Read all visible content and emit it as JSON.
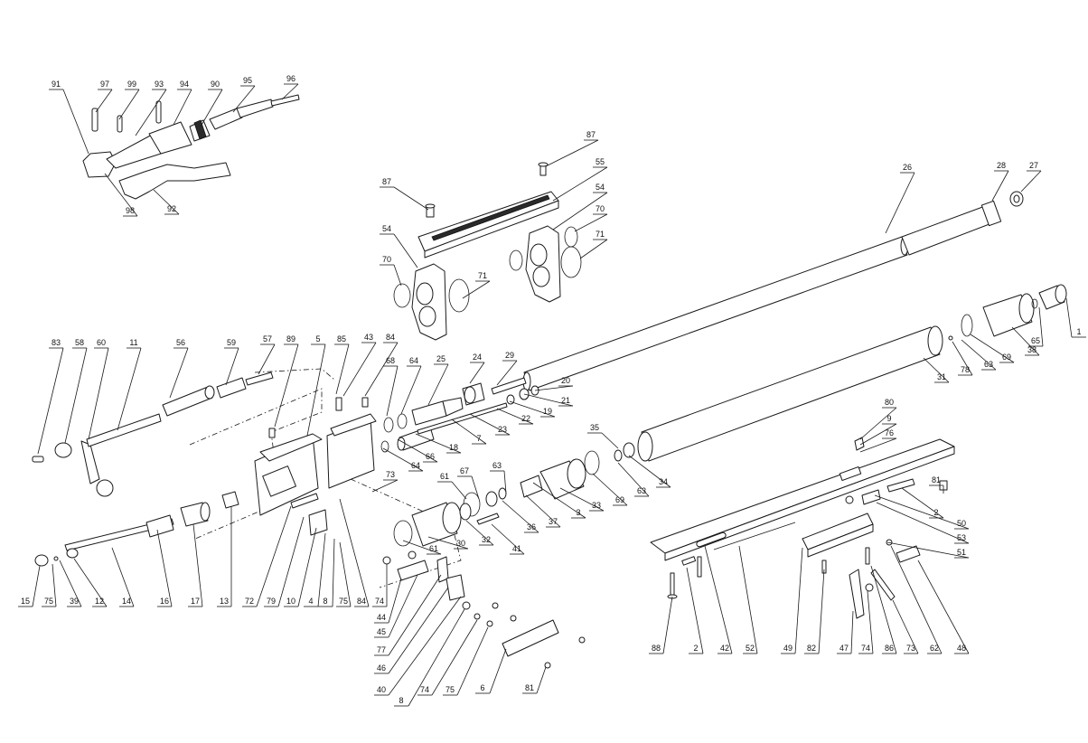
{
  "callouts": [
    {
      "id": "c91",
      "text": "91"
    },
    {
      "id": "c97",
      "text": "97"
    },
    {
      "id": "c99",
      "text": "99"
    },
    {
      "id": "c93",
      "text": "93"
    },
    {
      "id": "c94",
      "text": "94"
    },
    {
      "id": "c90",
      "text": "90"
    },
    {
      "id": "c95",
      "text": "95"
    },
    {
      "id": "c96",
      "text": "96"
    },
    {
      "id": "c98",
      "text": "98"
    },
    {
      "id": "c92",
      "text": "92"
    },
    {
      "id": "c87a",
      "text": "87"
    },
    {
      "id": "c87b",
      "text": "87"
    },
    {
      "id": "c55",
      "text": "55"
    },
    {
      "id": "c54a",
      "text": "54"
    },
    {
      "id": "c54b",
      "text": "54"
    },
    {
      "id": "c70a",
      "text": "70"
    },
    {
      "id": "c70b",
      "text": "70"
    },
    {
      "id": "c71a",
      "text": "71"
    },
    {
      "id": "c71b",
      "text": "71"
    },
    {
      "id": "c26",
      "text": "26"
    },
    {
      "id": "c28",
      "text": "28"
    },
    {
      "id": "c27",
      "text": "27"
    },
    {
      "id": "c1",
      "text": "1"
    },
    {
      "id": "c65",
      "text": "65"
    },
    {
      "id": "c38",
      "text": "38"
    },
    {
      "id": "c69a",
      "text": "69"
    },
    {
      "id": "c63a",
      "text": "63"
    },
    {
      "id": "c78",
      "text": "78"
    },
    {
      "id": "c31",
      "text": "31"
    },
    {
      "id": "c83",
      "text": "83"
    },
    {
      "id": "c58",
      "text": "58"
    },
    {
      "id": "c60",
      "text": "60"
    },
    {
      "id": "c11",
      "text": "11"
    },
    {
      "id": "c56",
      "text": "56"
    },
    {
      "id": "c59",
      "text": "59"
    },
    {
      "id": "c57",
      "text": "57"
    },
    {
      "id": "c89",
      "text": "89"
    },
    {
      "id": "c5",
      "text": "5"
    },
    {
      "id": "c85",
      "text": "85"
    },
    {
      "id": "c43",
      "text": "43"
    },
    {
      "id": "c84a",
      "text": "84"
    },
    {
      "id": "c68",
      "text": "68"
    },
    {
      "id": "c64a",
      "text": "64"
    },
    {
      "id": "c25",
      "text": "25"
    },
    {
      "id": "c24",
      "text": "24"
    },
    {
      "id": "c29",
      "text": "29"
    },
    {
      "id": "c20",
      "text": "20"
    },
    {
      "id": "c21",
      "text": "21"
    },
    {
      "id": "c19",
      "text": "19"
    },
    {
      "id": "c22",
      "text": "22"
    },
    {
      "id": "c23",
      "text": "23"
    },
    {
      "id": "c7",
      "text": "7"
    },
    {
      "id": "c18",
      "text": "18"
    },
    {
      "id": "c66",
      "text": "66"
    },
    {
      "id": "c64b",
      "text": "64"
    },
    {
      "id": "c35",
      "text": "35"
    },
    {
      "id": "c34",
      "text": "34"
    },
    {
      "id": "c63b",
      "text": "63"
    },
    {
      "id": "c69b",
      "text": "69"
    },
    {
      "id": "c73a",
      "text": "73"
    },
    {
      "id": "c61a",
      "text": "61"
    },
    {
      "id": "c67",
      "text": "67"
    },
    {
      "id": "c63c",
      "text": "63"
    },
    {
      "id": "c3",
      "text": "3"
    },
    {
      "id": "c33",
      "text": "33"
    },
    {
      "id": "c37",
      "text": "37"
    },
    {
      "id": "c36",
      "text": "36"
    },
    {
      "id": "c41",
      "text": "41"
    },
    {
      "id": "c32",
      "text": "32"
    },
    {
      "id": "c30",
      "text": "30"
    },
    {
      "id": "c61b",
      "text": "61"
    },
    {
      "id": "c15",
      "text": "15"
    },
    {
      "id": "c75a",
      "text": "75"
    },
    {
      "id": "c39",
      "text": "39"
    },
    {
      "id": "c12",
      "text": "12"
    },
    {
      "id": "c14",
      "text": "14"
    },
    {
      "id": "c16",
      "text": "16"
    },
    {
      "id": "c17",
      "text": "17"
    },
    {
      "id": "c13",
      "text": "13"
    },
    {
      "id": "c72",
      "text": "72"
    },
    {
      "id": "c79",
      "text": "79"
    },
    {
      "id": "c10",
      "text": "10"
    },
    {
      "id": "c4",
      "text": "4"
    },
    {
      "id": "c8a",
      "text": "8"
    },
    {
      "id": "c75b",
      "text": "75"
    },
    {
      "id": "c84b",
      "text": "84"
    },
    {
      "id": "c74a",
      "text": "74"
    },
    {
      "id": "c44",
      "text": "44"
    },
    {
      "id": "c45",
      "text": "45"
    },
    {
      "id": "c77",
      "text": "77"
    },
    {
      "id": "c46",
      "text": "46"
    },
    {
      "id": "c40",
      "text": "40"
    },
    {
      "id": "c8b",
      "text": "8"
    },
    {
      "id": "c74b",
      "text": "74"
    },
    {
      "id": "c75c",
      "text": "75"
    },
    {
      "id": "c6",
      "text": "6"
    },
    {
      "id": "c81a",
      "text": "81"
    },
    {
      "id": "c80",
      "text": "80"
    },
    {
      "id": "c9",
      "text": "9"
    },
    {
      "id": "c76",
      "text": "76"
    },
    {
      "id": "c81b",
      "text": "81"
    },
    {
      "id": "c2a",
      "text": "2"
    },
    {
      "id": "c50",
      "text": "50"
    },
    {
      "id": "c53",
      "text": "53"
    },
    {
      "id": "c51",
      "text": "51"
    },
    {
      "id": "c88",
      "text": "88"
    },
    {
      "id": "c2b",
      "text": "2"
    },
    {
      "id": "c42",
      "text": "42"
    },
    {
      "id": "c52",
      "text": "52"
    },
    {
      "id": "c49",
      "text": "49"
    },
    {
      "id": "c82",
      "text": "82"
    },
    {
      "id": "c47",
      "text": "47"
    },
    {
      "id": "c74c",
      "text": "74"
    },
    {
      "id": "c86",
      "text": "86"
    },
    {
      "id": "c73b",
      "text": "73"
    },
    {
      "id": "c62",
      "text": "62"
    },
    {
      "id": "c48",
      "text": "48"
    }
  ]
}
